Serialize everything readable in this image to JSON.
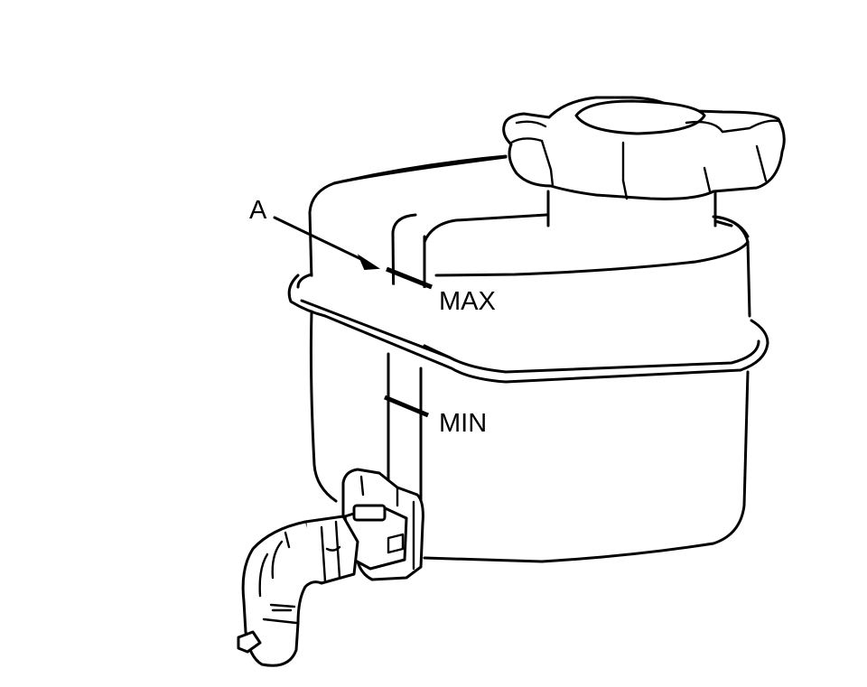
{
  "labels": {
    "pointer": "A",
    "max": "MAX",
    "min": "MIN"
  },
  "colors": {
    "ink": "#000000",
    "background": "#ffffff"
  }
}
